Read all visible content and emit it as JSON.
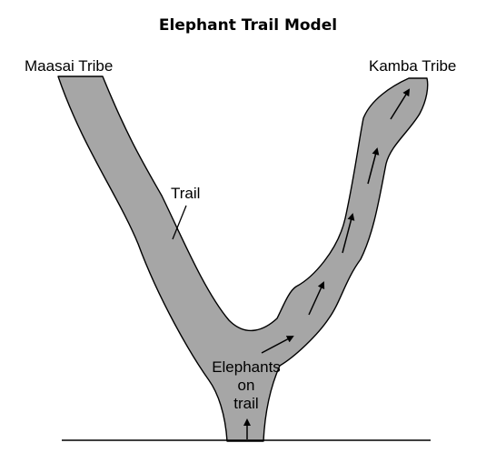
{
  "title": "Elephant Trail Model",
  "labels": {
    "left_end": "Maasai Tribe",
    "right_end": "Kamba Tribe",
    "trail": "Trail",
    "elephants_line1": "Elephants",
    "elephants_line2": "on",
    "elephants_line3": "trail"
  },
  "colors": {
    "trail_fill": "#a6a6a6",
    "outline": "#000000",
    "background": "#ffffff"
  }
}
